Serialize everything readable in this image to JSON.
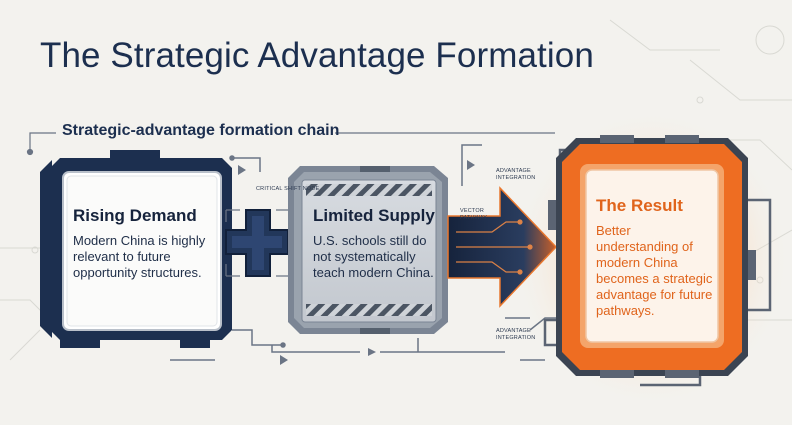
{
  "title": "The Strategic Advantage Formation",
  "subtitle": "Strategic-advantage formation chain",
  "cards": [
    {
      "title": "Rising Demand",
      "body": "Modern China is highly relevant to future opportunity structures."
    },
    {
      "title": "Limited Supply",
      "body": "U.S. schools still do not systematically teach modern China."
    },
    {
      "title": "The Result",
      "body": "Better understanding of modern China becomes a strategic advantage for future pathways."
    }
  ],
  "labels": {
    "critical_shift_node": "Critical shift node",
    "vector_pathway": "Vector pathway",
    "advantage_integration_top": "Advantage integration",
    "advantage_integration_bottom": "Advantage integration"
  },
  "colors": {
    "navy": "#1c2f4f",
    "steel": "#8f99a6",
    "orange": "#ee6d22",
    "background": "#f3f2ee"
  }
}
